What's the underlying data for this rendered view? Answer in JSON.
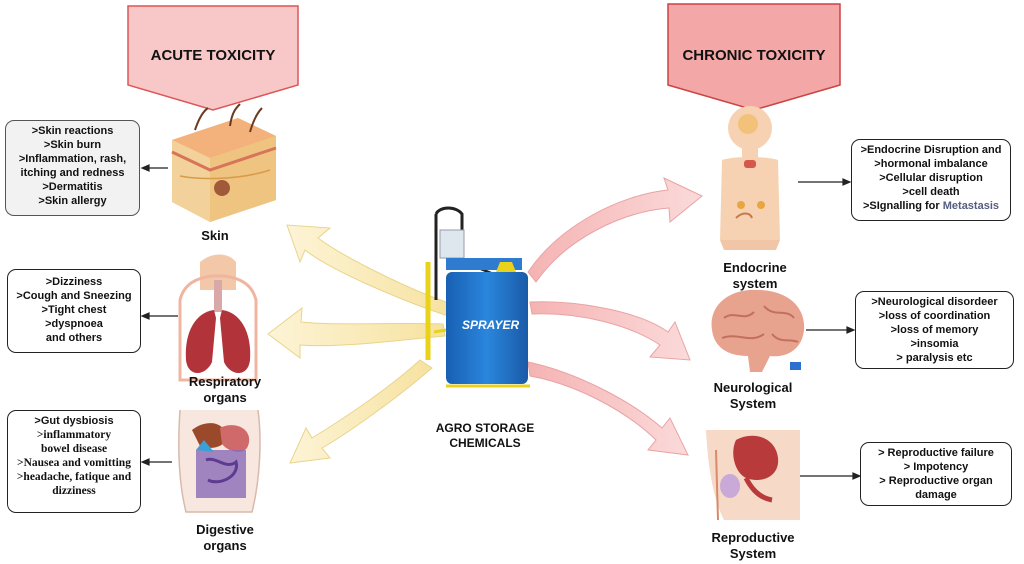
{
  "headers": {
    "acute": "ACUTE TOXICITY",
    "chronic": "CHRONIC TOXICITY"
  },
  "center": {
    "label_line1": "AGRO STORAGE",
    "label_line2": "CHEMICALS",
    "sprayer_text": "SPRAYER"
  },
  "acute": {
    "skin": {
      "label": "Skin",
      "items": [
        ">Skin reactions",
        ">Skin burn",
        ">Inflammation, rash,",
        "itching and redness",
        ">Dermatitis",
        ">Skin allergy"
      ]
    },
    "respiratory": {
      "label_line1": "Respiratory",
      "label_line2": "organs",
      "items": [
        ">Dizziness",
        ">Cough and Sneezing",
        ">Tight chest",
        ">dyspnoea",
        "and others"
      ]
    },
    "digestive": {
      "label_line1": "Digestive",
      "label_line2": "organs",
      "items": [
        ">Gut dysbiosis",
        ">inflammatory",
        "bowel disease",
        ">Nausea and vomitting",
        ">headache, fatique and",
        "dizziness"
      ]
    }
  },
  "chronic": {
    "endocrine": {
      "label_line1": "Endocrine",
      "label_line2": "system",
      "items": [
        ">Endocrine Disruption and",
        ">hormonal imbalance",
        ">Cellular disruption",
        ">cell death"
      ],
      "last_prefix": ">SIgnalling for ",
      "last_suffix": "Metastasis"
    },
    "neurological": {
      "label_line1": "Neurological",
      "label_line2": "System",
      "items": [
        ">Neurological disordeer",
        ">loss of coordination",
        ">loss of memory",
        ">insomia",
        "> paralysis etc"
      ]
    },
    "reproductive": {
      "label_line1": "Reproductive",
      "label_line2": "System",
      "items": [
        "> Reproductive failure",
        "> Impotency",
        "> Reproductive organ",
        "damage"
      ]
    }
  },
  "colors": {
    "header_fill": "#f8c8c8",
    "header_stroke": "#c44",
    "acute_arrow": "#fbeec4",
    "chronic_arrow": "#f7c9c9",
    "sprayer_blue": "#1f6fc4",
    "sprayer_yellow": "#e8d21a"
  }
}
